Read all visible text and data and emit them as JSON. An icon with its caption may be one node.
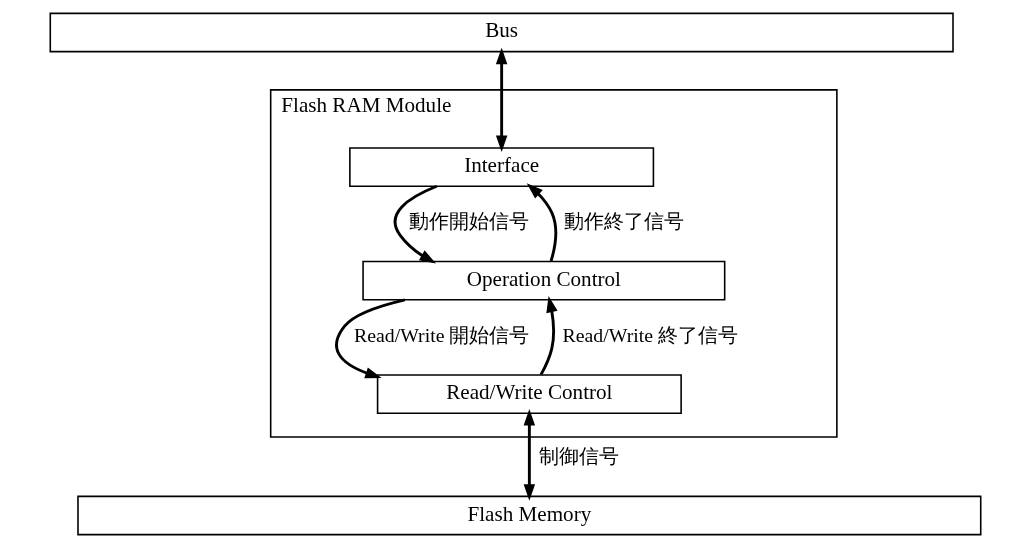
{
  "diagram": {
    "nodes": [
      {
        "text": [
          "Bus"
        ]
      },
      {
        "text": [
          "Flash RAM Module"
        ]
      },
      {
        "text": [
          "Interface"
        ],
        "in": 1
      },
      {
        "text": [
          "Operation Control"
        ],
        "in": 1
      },
      {
        "text": [
          "Read/Write Control"
        ],
        "in": 1
      },
      {
        "text": [
          "Flash Memory"
        ]
      }
    ],
    "edges": [
      {
        "from": 0,
        "to": 2,
        "arrow": "both"
      },
      {
        "from": 2,
        "to": 3,
        "arrow": "to",
        "label": "動作開始信号"
      },
      {
        "from": 3,
        "to": 2,
        "arrow": "to",
        "label": "動作終了信号"
      },
      {
        "from": 3,
        "to": 4,
        "arrow": "to",
        "label": "Read/Write 開始信号"
      },
      {
        "from": 4,
        "to": 3,
        "arrow": "to",
        "label": "Read/Write 終了信号"
      },
      {
        "from": 4,
        "to": 5,
        "arrow": "both",
        "label": "制御信号"
      }
    ]
  }
}
